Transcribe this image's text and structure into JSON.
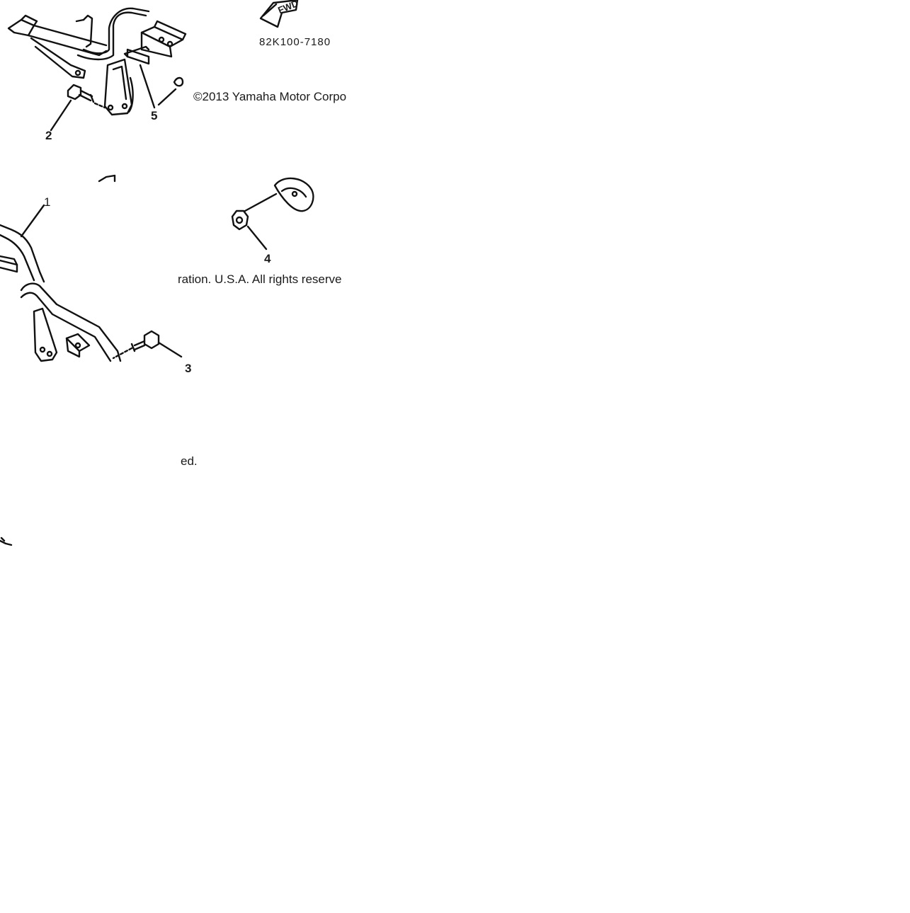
{
  "diagram": {
    "part_number": "82K100-7180",
    "fwd_label": "FWD",
    "copyright_line1": "©2013 Yamaha Motor Corpo",
    "copyright_line2": "ration. U.S.A. All rights reserve",
    "copyright_line3": "ed.",
    "callouts": [
      "1",
      "2",
      "3",
      "4",
      "5"
    ],
    "line_color": "#111111",
    "background": "#ffffff"
  }
}
